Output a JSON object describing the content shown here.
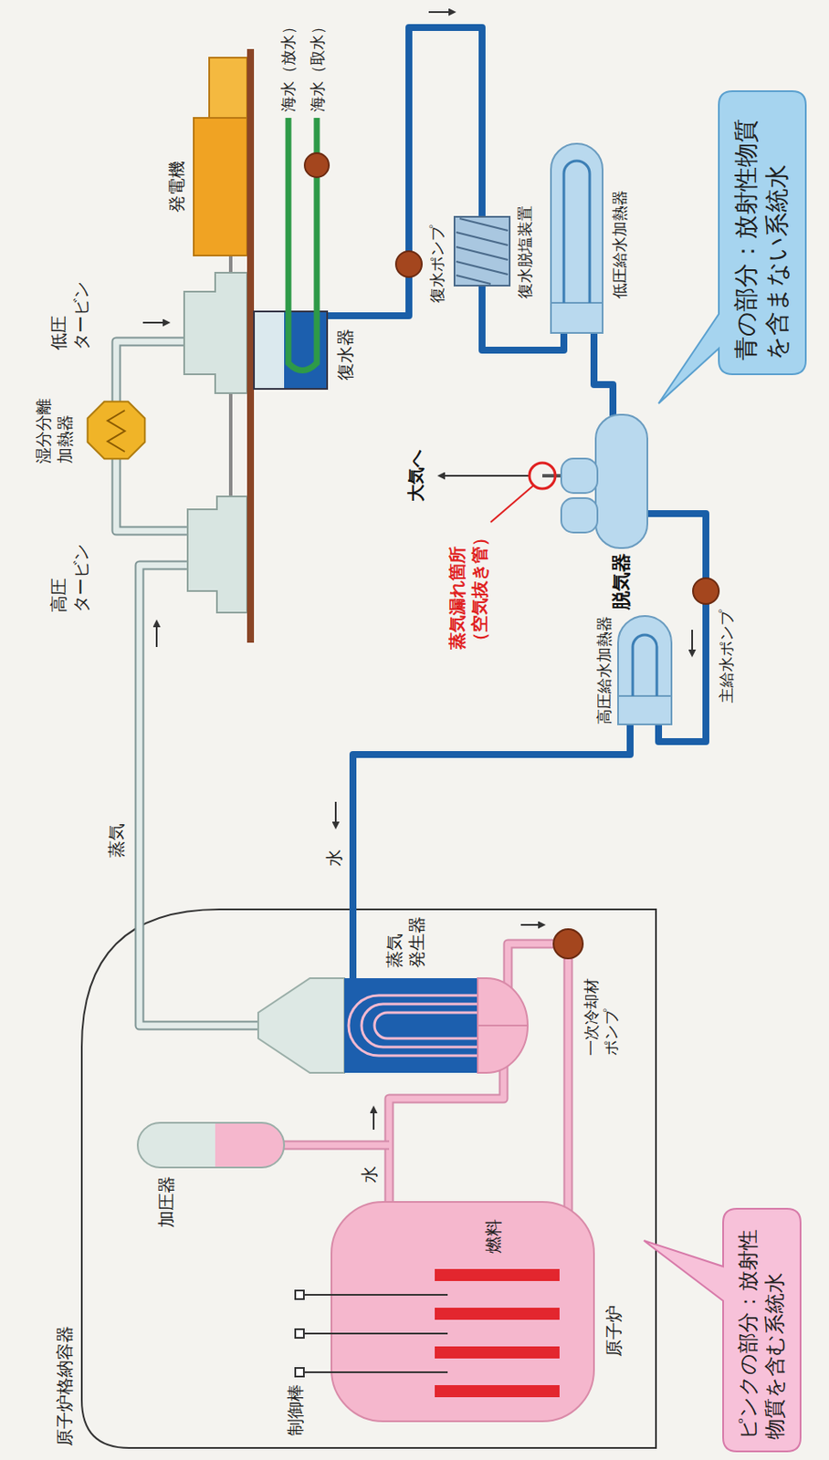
{
  "diagram": {
    "nodes": [
      {
        "text": [
          "ピンクの部分：放射性 物質を含む系統水"
        ]
      },
      {
        "text": [
          "青の部分：放射性物質 を含まない系統水"
        ]
      }
    ],
    "labels": [
      "湿分分離 加熱器",
      "高圧 タービン",
      "低圧 タービン",
      "原子炉格納容器",
      "蒸気",
      "加圧器",
      "発電機",
      "海水（放水）",
      "制御棒",
      "海水（取水）",
      "水",
      "復水器",
      "水",
      "蒸気 発生器",
      "大気へ",
      "復水ポンプ",
      "蒸気漏れ箇所 （空気抜き管）",
      "燃料",
      "復水脱塩装置",
      "高圧給水加熱器",
      "一次冷却材 ポンプ",
      "原子炉",
      "低圧給水加熱器",
      "脱気器",
      "主給水ポンプ"
    ]
  }
}
